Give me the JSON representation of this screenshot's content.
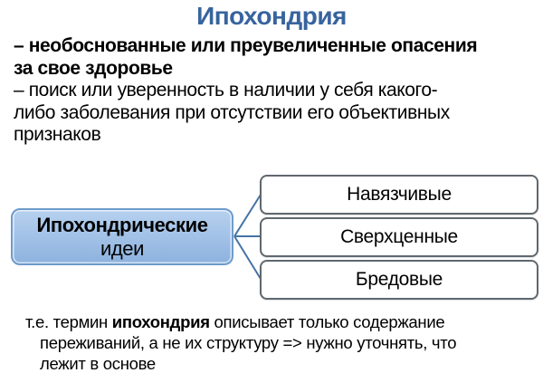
{
  "slide": {
    "title": "Ипохондрия",
    "definition_bold": "– необоснованные или преувеличенные опасения\nза свое здоровье",
    "definition_regular": "– поиск или уверенность в наличии у себя какого-\nлибо заболевания при отсутствии его объективных\nпризнаков"
  },
  "diagram": {
    "root_label_bold": "Ипохондрические",
    "root_label_regular": "идеи",
    "branches": [
      "Навязчивые",
      "Сверхценные",
      "Бредовые"
    ]
  },
  "note": {
    "prefix": "т.е. термин ",
    "bold_term": "ипохондрия",
    "suffix": " описывает только содержание\nпереживаний, а не их структуру => нужно уточнять, что\nлежит в основе"
  },
  "colors": {
    "title_blue": "#38649E",
    "text": "#000000",
    "background": "#FFFFFF",
    "root_fill_top": "#B7D1EF",
    "root_fill_bottom": "#8DB2DE",
    "root_border": "#6F9BCB",
    "connector": "#4473A5",
    "branch_border": "#60686F"
  }
}
